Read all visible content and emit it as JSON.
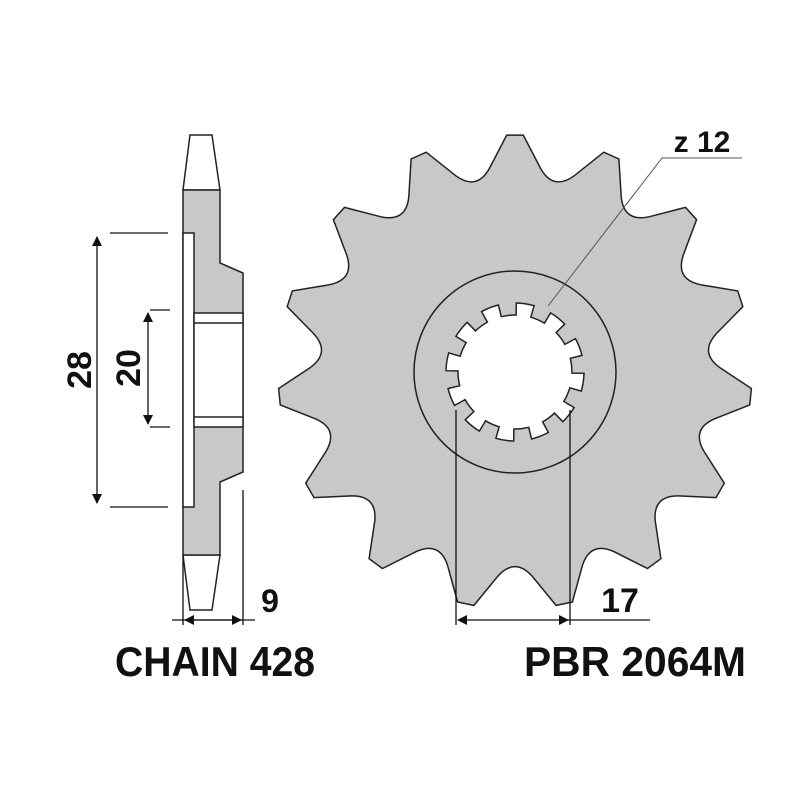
{
  "side_view": {
    "dim_outer": "28",
    "dim_inner": "20",
    "dim_width": "9",
    "caption": "CHAIN 428"
  },
  "front_view": {
    "spline_label": "z 12",
    "dim_bore": "17",
    "caption": "PBR 2064M",
    "sprocket_teeth": 15,
    "spline_teeth": 12
  },
  "colors": {
    "fill": "#c8c8c8",
    "stroke": "#222222"
  }
}
